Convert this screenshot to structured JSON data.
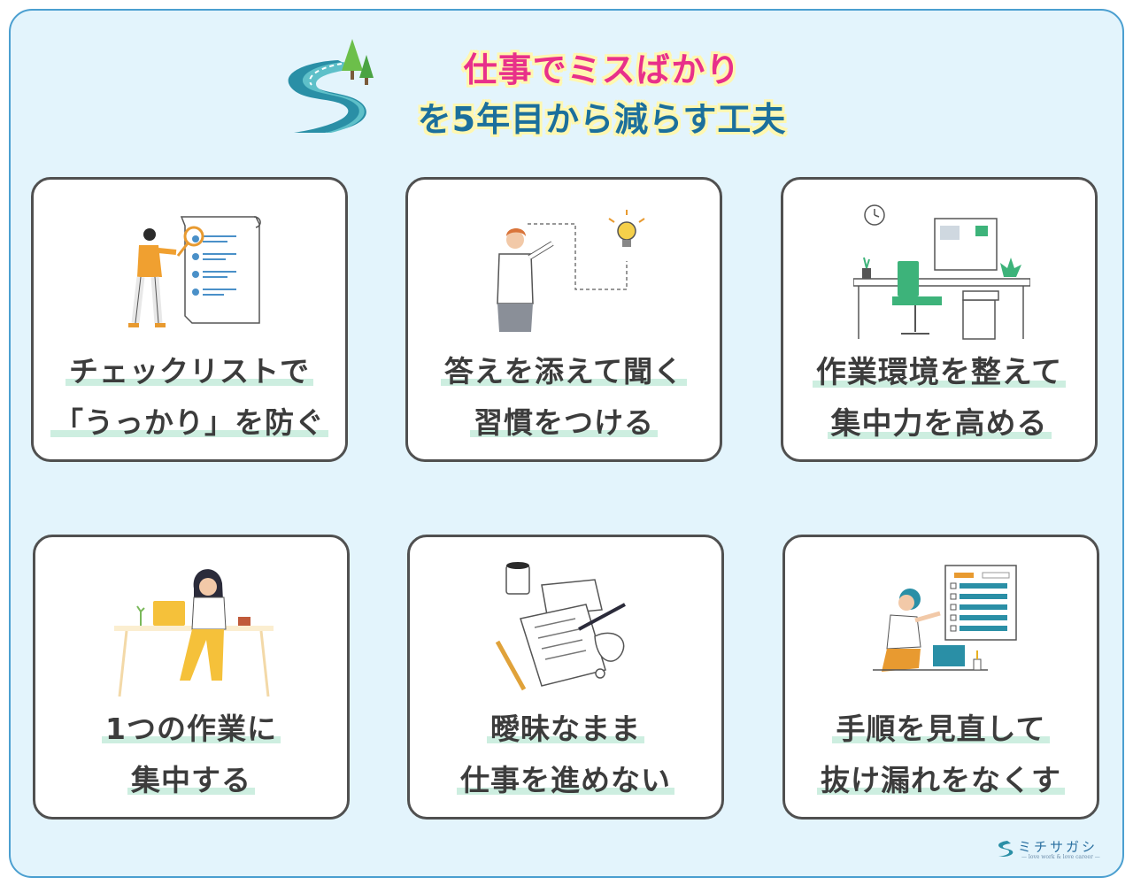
{
  "header": {
    "title_line1": "仕事でミスばかり",
    "title_line2": "を5年目から減らす工夫"
  },
  "cards": [
    {
      "line1": "チェックリストで",
      "line2": "「うっかり」を防ぐ",
      "icon": "checklist-person-illustration"
    },
    {
      "line1": "答えを添えて聞く",
      "line2": "習慣をつける",
      "icon": "idea-pointing-illustration"
    },
    {
      "line1": "作業環境を整えて",
      "line2": "集中力を高める",
      "icon": "tidy-desk-illustration"
    },
    {
      "line1": "1つの作業に",
      "line2": "集中する",
      "icon": "focused-laptop-illustration"
    },
    {
      "line1": "曖昧なまま",
      "line2": "仕事を進めない",
      "icon": "notebook-writing-illustration"
    },
    {
      "line1": "手順を見直して",
      "line2": "抜け漏れをなくす",
      "icon": "task-list-review-illustration"
    }
  ],
  "brand": {
    "name": "ミチサガシ",
    "tagline": "— love work & love career —"
  },
  "colors": {
    "background": "#e3f4fc",
    "frame_border": "#4b9fd0",
    "title_pink": "#e8308a",
    "title_blue": "#1b6f9c",
    "highlight_yellow": "#fff7b0",
    "underline_mint": "#cdeee0",
    "card_border": "#505050",
    "label_text": "#3c3c3c"
  }
}
